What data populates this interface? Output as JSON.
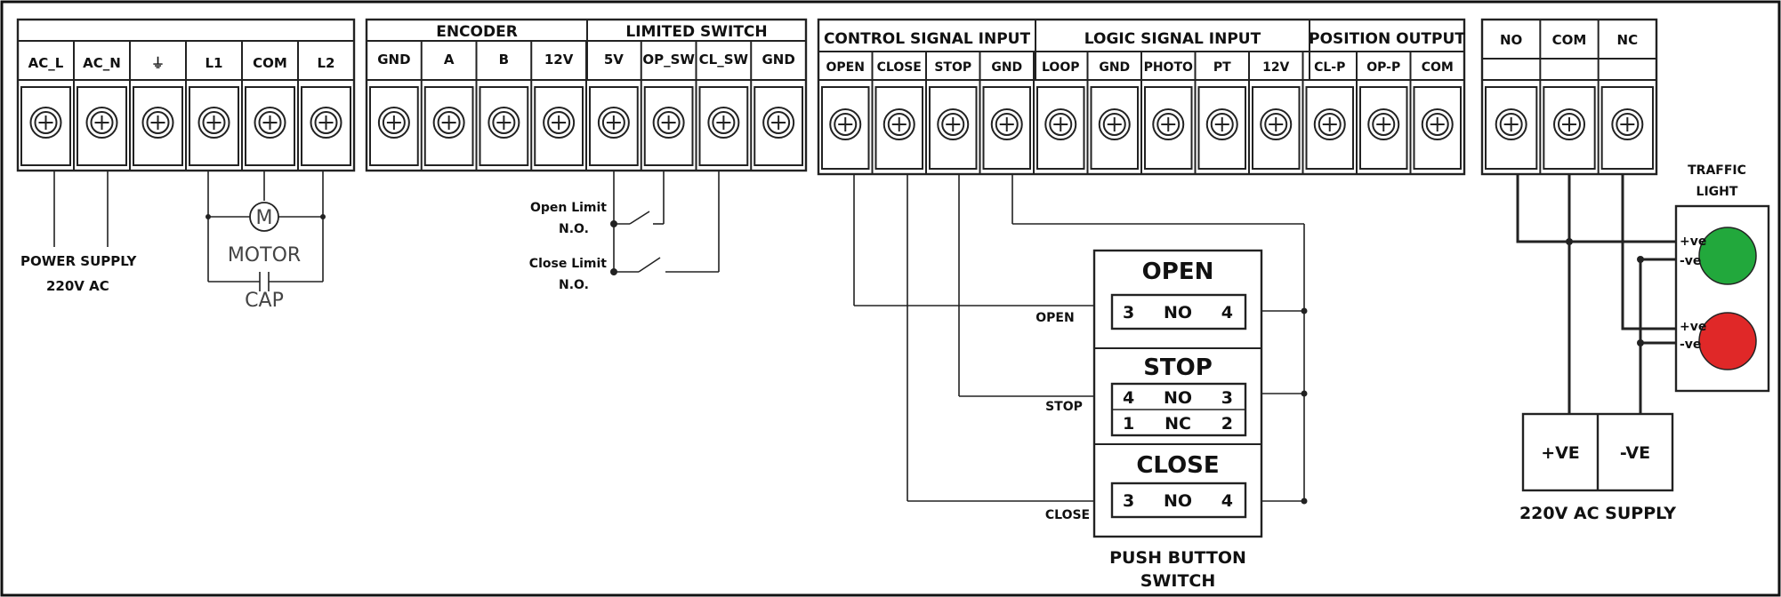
{
  "blocks": {
    "power": {
      "terminals": [
        "AC_L",
        "AC_N",
        "⏚",
        "L1",
        "COM",
        "L2"
      ]
    },
    "encoder": {
      "header": "ENCODER",
      "terminals": [
        "GND",
        "A",
        "B",
        "12V"
      ]
    },
    "limit": {
      "header": "LIMITED SWITCH",
      "terminals": [
        "5V",
        "OP_SW",
        "CL_SW",
        "GND"
      ]
    },
    "control": {
      "header": "CONTROL SIGNAL INPUT",
      "terminals": [
        "OPEN",
        "CLOSE",
        "STOP",
        "GND"
      ]
    },
    "logic": {
      "header": "LOGIC SIGNAL INPUT",
      "terminals": [
        "LOOP",
        "GND",
        "PHOTO",
        "PT",
        "12V"
      ]
    },
    "position": {
      "header": "POSITION OUTPUT",
      "terminals": [
        "CL-P",
        "OP-P",
        "COM"
      ]
    },
    "relay": {
      "terminals": [
        "NO",
        "COM",
        "NC"
      ]
    }
  },
  "labels": {
    "power_supply_1": "POWER SUPPLY",
    "power_supply_2": "220V AC",
    "motor_m": "M",
    "motor": "MOTOR",
    "cap": "CAP",
    "open_limit_1": "Open Limit",
    "open_limit_2": "N.O.",
    "close_limit_1": "Close Limit",
    "close_limit_2": "N.O.",
    "open_wire": "OPEN",
    "stop_wire": "STOP",
    "close_wire": "CLOSE",
    "push_button_1": "PUSH BUTTON",
    "push_button_2": "SWITCH",
    "traffic_1": "TRAFFIC",
    "traffic_2": "LIGHT",
    "plus_ve_green": "+ve",
    "minus_ve_green": "-ve",
    "plus_ve_red": "+ve",
    "minus_ve_red": "-ve",
    "supply_plus": "+VE",
    "supply_minus": "-VE",
    "supply_label": "220V AC SUPPLY"
  },
  "switches": {
    "open": {
      "title": "OPEN",
      "left": "3",
      "mid": "NO",
      "right": "4"
    },
    "stop": {
      "title": "STOP",
      "r1_left": "4",
      "r1_mid": "NO",
      "r1_right": "3",
      "r2_left": "1",
      "r2_mid": "NC",
      "r2_right": "2"
    },
    "close": {
      "title": "CLOSE",
      "left": "3",
      "mid": "NO",
      "right": "4"
    }
  },
  "colors": {
    "green_wire": "#2bb34a",
    "red_wire": "#e02020",
    "green_lamp": "#22a83c",
    "red_lamp": "#e02828"
  }
}
